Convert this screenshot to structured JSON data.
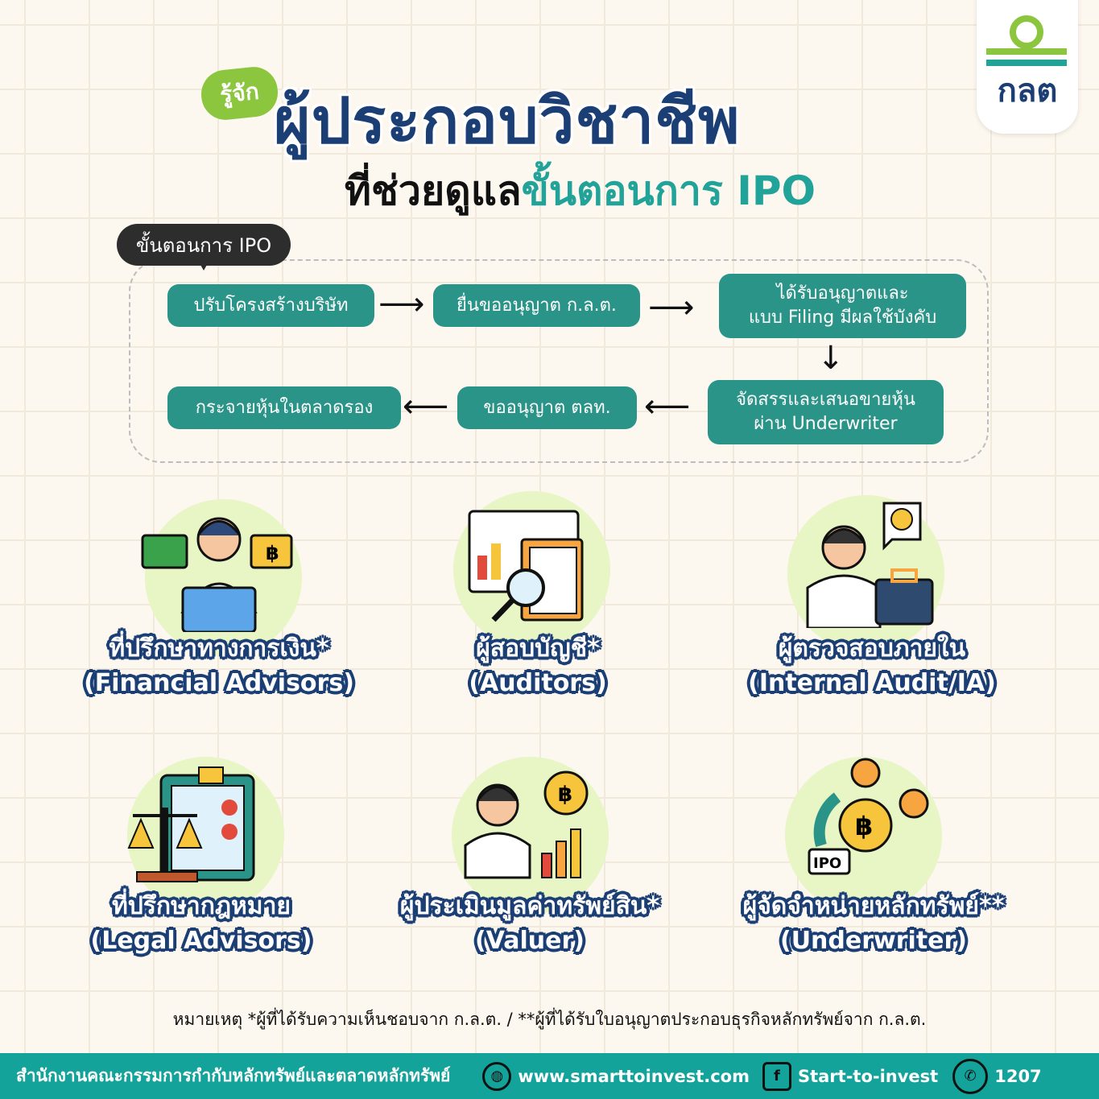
{
  "logo": {
    "text": "กลต"
  },
  "header": {
    "badge": "รู้จัก",
    "title": "ผู้ประกอบวิชาชีพ",
    "subtitle_a": "ที่ช่วยดูแล",
    "subtitle_b": "ขั้นตอนการ IPO"
  },
  "flow": {
    "tag": "ขั้นตอนการ IPO",
    "steps": [
      "ปรับโครงสร้างบริษัท",
      "ยื่นขออนุญาต ก.ล.ต.",
      "ได้รับอนุญาตและ\nแบบ Filing มีผลใช้บังคับ",
      "จัดสรรและเสนอขายหุ้น\nผ่าน Underwriter",
      "ขออนุญาต ตลท.",
      "กระจายหุ้นในตลาดรอง"
    ]
  },
  "roles": [
    {
      "th": "ที่ปรึกษาทางการเงิน*",
      "en": "(Financial Advisors)"
    },
    {
      "th": "ผู้สอบบัญชี*",
      "en": "(Auditors)"
    },
    {
      "th": "ผู้ตรวจสอบภายใน",
      "en": "(Internal Audit/IA)"
    },
    {
      "th": "ที่ปรึกษากฎหมาย",
      "en": "(Legal Advisors)"
    },
    {
      "th": "ผู้ประเมินมูลค่าทรัพย์สิน*",
      "en": "(Valuer)"
    },
    {
      "th": "ผู้จัดจำหน่ายหลักทรัพย์**",
      "en": "(Underwriter)"
    }
  ],
  "note": "หมายเหตุ *ผู้ที่ได้รับความเห็นชอบจาก ก.ล.ต. / **ผู้ที่ได้รับใบอนุญาตประกอบธุรกิจหลักทรัพย์จาก ก.ล.ต.",
  "footer": {
    "org": "สำนักงานคณะกรรมการกำกับหลักทรัพย์และตลาดหลักทรัพย์",
    "website": "www.smarttoinvest.com",
    "facebook": "Start-to-invest",
    "phone": "1207"
  },
  "colors": {
    "teal": "#2a9488",
    "navy": "#1b3f74",
    "green": "#8cc63f",
    "footer": "#13a39a"
  }
}
